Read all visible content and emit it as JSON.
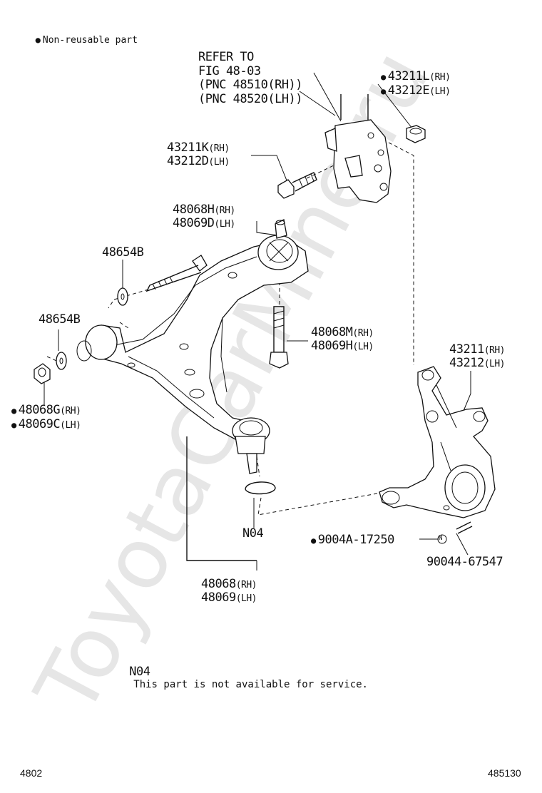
{
  "legend": {
    "marker": "●",
    "text": "Non-reusable part"
  },
  "labels": {
    "refer": [
      "REFER TO",
      "FIG 48-03",
      "(PNC 48510(RH))",
      "(PNC 48520(LH))"
    ],
    "p43211L": "43211L",
    "p43212E": "43212E",
    "p43211K": "43211K",
    "p43212D": "43212D",
    "p48068H": "48068H",
    "p48069D": "48069D",
    "p48654B_top": "48654B",
    "p48654B_left": "48654B",
    "p48068M": "48068M",
    "p48069H": "48069H",
    "p48068G": "48068G",
    "p48069C": "48069C",
    "p43211": "43211",
    "p43212": "43212",
    "n04": "N04",
    "p9004A": "9004A-17250",
    "p90044": "90044-67547",
    "p48068": "48068",
    "p48069": "48069",
    "rh": "(RH)",
    "lh": "(LH)",
    "n_marker": "N"
  },
  "footnote": {
    "code": "N04",
    "text": "This part is not available for service."
  },
  "footer": {
    "left": "4802",
    "right": "485130"
  },
  "watermark": "ToyotaCarMine.ru"
}
